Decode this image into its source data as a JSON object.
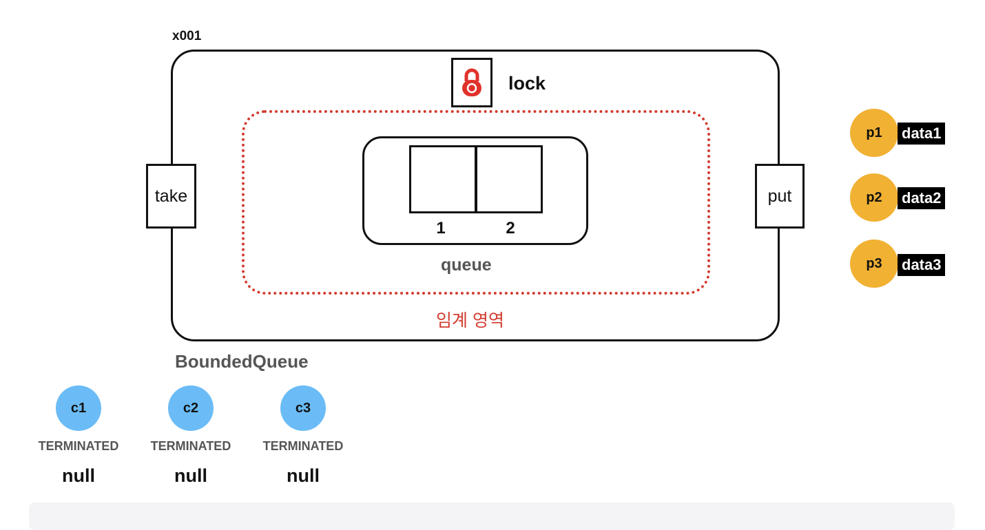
{
  "address": "x001",
  "bounded_queue": {
    "name": "BoundedQueue",
    "lock_label": "lock",
    "take_label": "take",
    "put_label": "put",
    "critical_section_label": "임계 영역",
    "queue": {
      "label": "queue",
      "slots": [
        "1",
        "2"
      ]
    }
  },
  "producers": [
    {
      "name": "p1",
      "data": "data1"
    },
    {
      "name": "p2",
      "data": "data2"
    },
    {
      "name": "p3",
      "data": "data3"
    }
  ],
  "consumers": [
    {
      "name": "c1",
      "state": "TERMINATED",
      "result": "null"
    },
    {
      "name": "c2",
      "state": "TERMINATED",
      "result": "null"
    },
    {
      "name": "c3",
      "state": "TERMINATED",
      "result": "null"
    }
  ],
  "colors": {
    "producer": "#f1b133",
    "consumer": "#6bbcf6",
    "critical_section": "#d23b2f",
    "lock_icon": "#e0322b"
  }
}
